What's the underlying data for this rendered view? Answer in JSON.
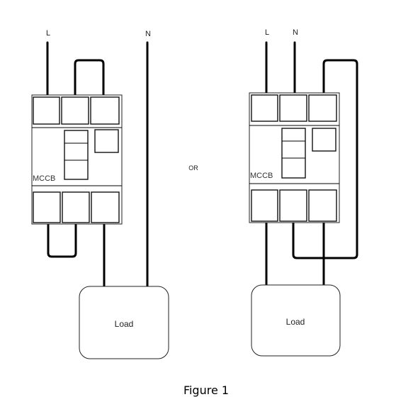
{
  "diagrams": [
    {
      "terminal_labels": [
        "L",
        "N"
      ],
      "breaker_label": "MCCB",
      "load_label": "Load"
    },
    {
      "terminal_labels": [
        "L",
        "N"
      ],
      "breaker_label": "MCCB",
      "load_label": "Load"
    }
  ],
  "separator_label": "OR",
  "caption": "Figure 1"
}
